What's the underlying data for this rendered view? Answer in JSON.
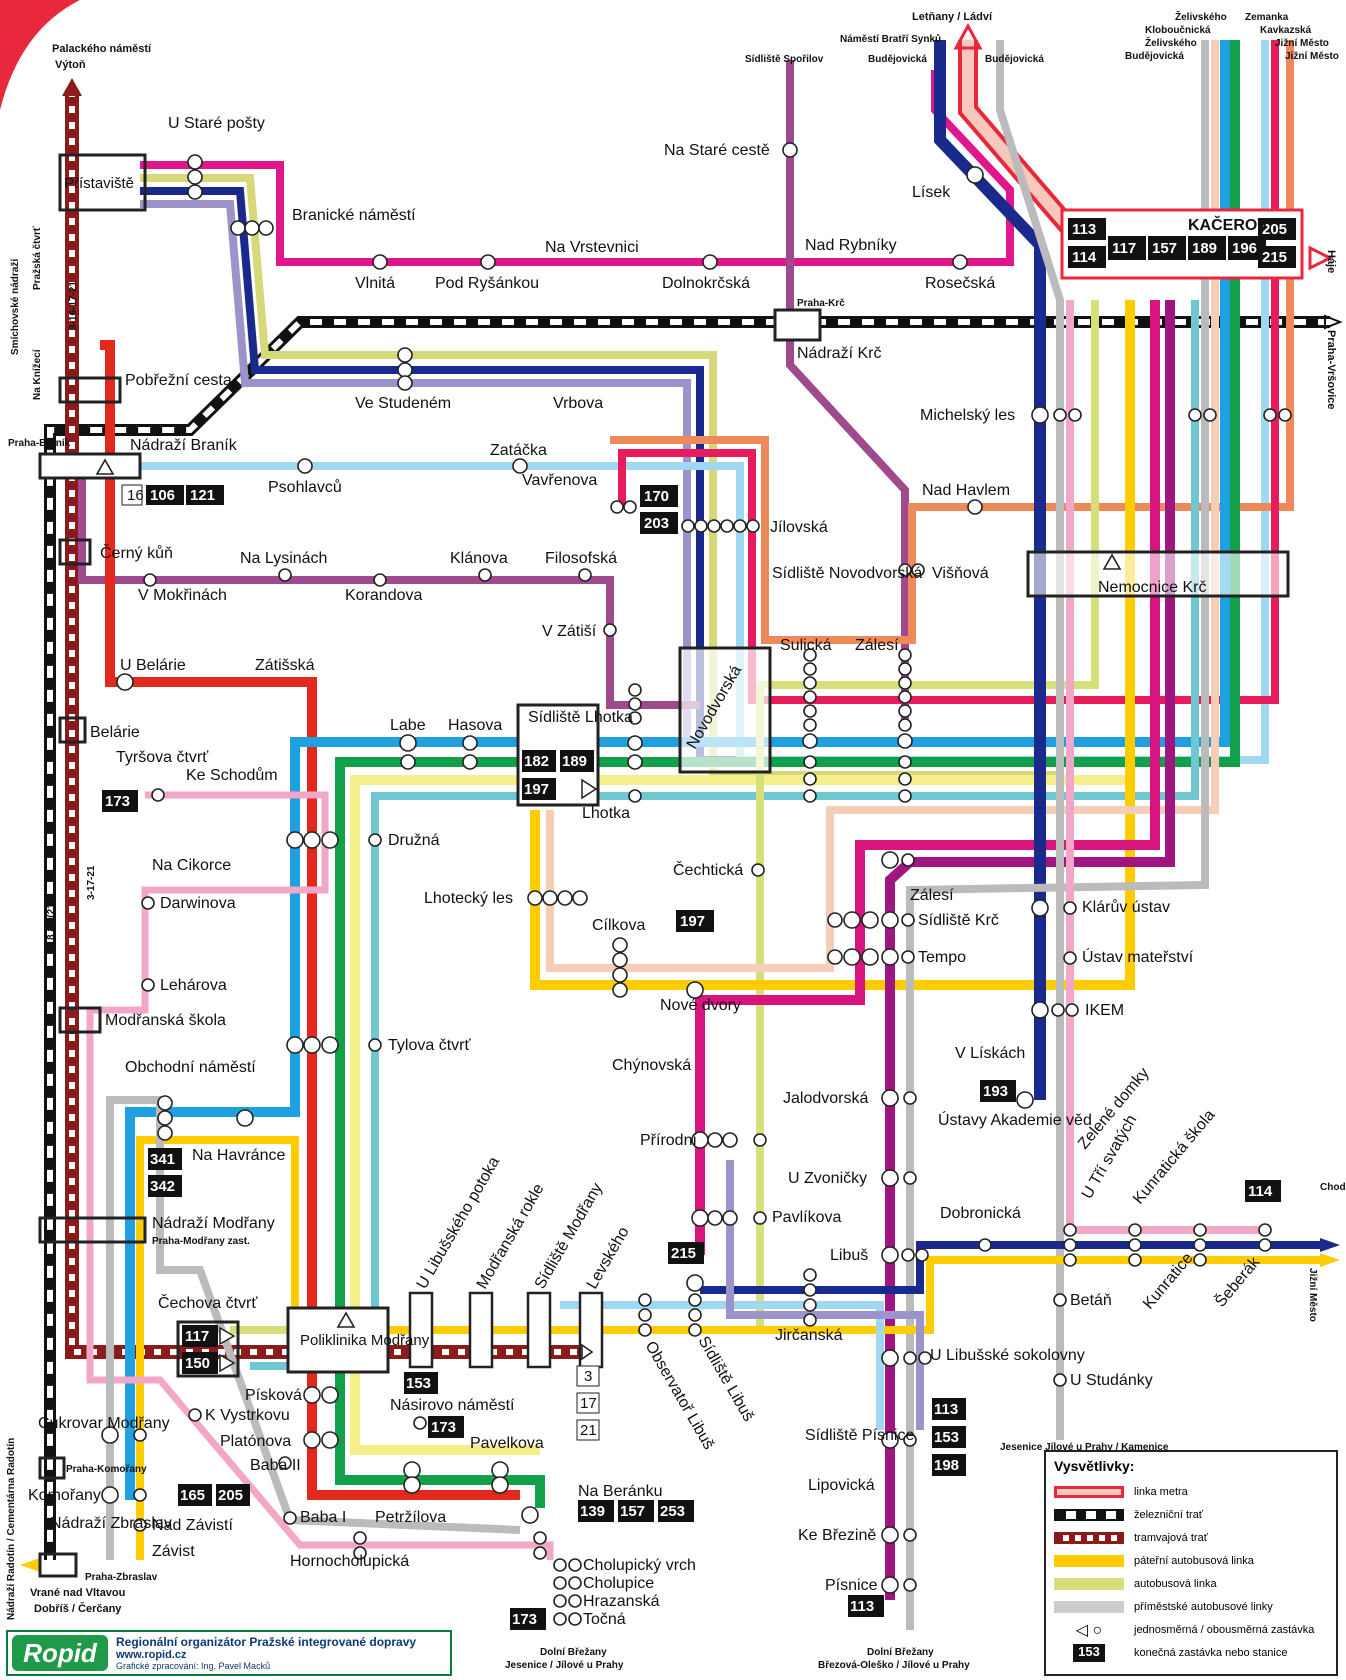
{
  "colors": {
    "metro_c": "#e8283c",
    "tram": "#8b1a1a",
    "rail": "#111111",
    "trunk_bus": "#ffcc00",
    "regional_bus": "#bbbbbb",
    "l106": "#9fd8f0",
    "l121": "#a04a8e",
    "l139": "#12a04a",
    "l150": "#6fc7d0",
    "l157": "#f5ef8a",
    "l170": "#e81c5c",
    "l173": "#f2a7c8",
    "l182": "#f7cdb8",
    "l189": "#ffcc00",
    "l192": "#e0168c",
    "l193": "#1a2a8c",
    "l196": "#d6d87a",
    "l197": "#1a2a8c",
    "l198": "#9b93c9",
    "l203": "#ee8a5a",
    "l205": "#1fa0e0",
    "l215": "#d8147e",
    "l253": "#e3281e",
    "l113": "#a0157f"
  },
  "header": {
    "top_left_dest": "Palackého náměstí",
    "top_left_dest2": "Výtoň",
    "metro_dest": "Letňany / Ládví",
    "top_bus_1": "Sídliště Spořilov",
    "top_bus_2a": "Náměstí Bratří Synků",
    "top_bus_2b": "Budějovická",
    "top_bus_3": "Budějovická",
    "tr_1": "Želivského",
    "tr_2": "Zemanka",
    "tr_3": "Kloboučnická",
    "tr_4": "Kavkazská",
    "tr_5": "Želivského",
    "tr_6": "Jižní Město",
    "tr_7": "Budějovická",
    "tr_8": "Jižní Město",
    "right_hajc": "Háje",
    "right_vrs": "Praha-Vršovice",
    "right_chodov": "Chodov",
    "right_jm": "Jižní Město"
  },
  "left_side": {
    "pr_ctvrt": "Pražská čtvrť",
    "smich": "Smíchovské nádraží",
    "na_knizeci": "Na Knížecí",
    "praha_branik": "Praha-Braník",
    "radotin": "Nádraží Radotín / Cementárna Radotín",
    "vrane": "Vrané nad Vltavou",
    "dobris": "Dobříš / Čerčany",
    "rail_label": "8  80 (210)",
    "tram_label": "3-16-17-21",
    "tram_label2": "3-17-21"
  },
  "stations": {
    "pristaviste": "Přístaviště",
    "u_stare_posty": "U Staré pošty",
    "branicke": "Branické náměstí",
    "vlnita": "Vlnitá",
    "pod_rysankou": "Pod Ryšánkou",
    "na_vrstevnici": "Na Vrstevnici",
    "dolnokrcska": "Dolnokrčská",
    "nad_rybniky": "Nad Rybníky",
    "rosecska": "Rosečská",
    "na_stare_ceste": "Na Staré cestě",
    "lisek": "Lísek",
    "kacerov": "KAČEROV",
    "pobrezni": "Pobřežní cesta",
    "ve_studenem": "Ve Studeném",
    "vrbova": "Vrbova",
    "praha_krc": "Praha-Krč",
    "nadrazi_krc": "Nádraží Krč",
    "nadrazi_branik": "Nádraží Braník",
    "psohlavcu": "Psohlavců",
    "zatacka": "Zatáčka",
    "vavrenova": "Vavřenova",
    "jilovska": "Jílovská",
    "michelsky_les": "Michelský les",
    "nad_havlem": "Nad Havlem",
    "cerny_kun": "Černý kůň",
    "na_lysinach": "Na Lysinách",
    "v_mokrinach": "V Mokřinách",
    "korandova": "Korandova",
    "klanova": "Klánova",
    "filosofska": "Filosofská",
    "sidl_novodvorska": "Sídliště Novodvorská",
    "visnova": "Višňová",
    "nemocnice_krc": "Nemocnice Krč",
    "v_zatisi": "V Zátiší",
    "u_belarie": "U Belárie",
    "zatisska": "Zátišská",
    "sulicka": "Sulická",
    "zalesi": "Zálesí",
    "novodvorska": "Novodvorská",
    "belarie": "Belárie",
    "labe": "Labe",
    "hasova": "Hasova",
    "sidl_lhotka": "Sídliště Lhotka",
    "lhotka": "Lhotka",
    "tyrsova": "Tyršova čtvrť",
    "ke_schodum": "Ke Schodům",
    "druzna": "Družná",
    "na_cikorce": "Na Cikorce",
    "darwinova": "Darwinova",
    "lhotecky_les": "Lhotecký les",
    "cechticka": "Čechtická",
    "zalesi2": "Zálesí",
    "sidl_krc": "Sídliště Krč",
    "tempo": "Tempo",
    "klaruv_ustav": "Klárův ústav",
    "ustav_materstvi": "Ústav mateřství",
    "cilkova": "Cílkova",
    "leharova": "Lehárova",
    "nove_dvory": "Nové dvory",
    "ikem": "IKEM",
    "modranska_skola": "Modřanská škola",
    "tylova": "Tylova čtvrť",
    "chynovska": "Chýnovská",
    "v_liskach": "V Lískách",
    "obchodni": "Obchodní náměstí",
    "na_havrance": "Na Havránce",
    "ustavy": "Ústavy Akademie věd",
    "jalodvorska": "Jalodvorská",
    "zelene_domky": "Zelené domky",
    "u_tri_svatych": "U Tří svatých",
    "kunraticka_skola": "Kunratická škola",
    "prirodni": "Přírodní",
    "u_zvonicky": "U Zvoničky",
    "nadrazi_modrany": "Nádraží Modřany",
    "praha_modrany_zast": "Praha-Modřany zast.",
    "pavlikova": "Pavlíkova",
    "dobronicka": "Dobronická",
    "kunratice": "Kunratice",
    "seberak": "Šeberák",
    "u_libusskeho_potoka": "U Libušského potoka",
    "modranska_rokle": "Modřanská rokle",
    "sidl_modrany": "Sídliště Modřany",
    "levskeho": "Levského",
    "cechova": "Čechova čtvrť",
    "poliklinika": "Poliklinika Modřany",
    "libus": "Libuš",
    "jircanska": "Jirčanská",
    "betan": "Betáň",
    "observator": "Observatoř Libuš",
    "sidl_libus": "Sídliště Libuš",
    "u_libusske_sokolovny": "U Libušské sokolovny",
    "u_studanky": "U Studánky",
    "jesenice_right": "Jesenice Jílové u Prahy / Kamenice",
    "piskova": "Písková",
    "nasirovo": "Násirovo náměstí",
    "k_vystrkovu": "K Vystrkovu",
    "cukrovar": "Cukrovar Modřany",
    "platonova": "Platónova",
    "pavelkova": "Pavelkova",
    "sidl_pisnice": "Sídliště Písnice",
    "praha_komorany": "Praha-Komořany",
    "baba_ii": "Baba II",
    "komorany": "Komořany",
    "nad_zavisti": "Nad Závistí",
    "na_beranku": "Na Beránku",
    "lipovicka": "Lipovická",
    "nadrazi_zbraslav": "Nádraží Zbraslav",
    "baba_i": "Baba I",
    "petrzilova": "Petržílova",
    "zavist": "Závist",
    "ke_brezine": "Ke Březině",
    "praha_zbraslav": "Praha-Zbraslav",
    "hornocholupicka": "Hornocholupická",
    "cholupicky_vrch": "Cholupický vrch",
    "cholupice": "Cholupice",
    "hrazanska": "Hrazanská",
    "tocna": "Točná",
    "pisnice": "Písnice",
    "dolni_brezany_1": "Dolní Břežany",
    "jesenice_1": "Jesenice / Jílové u Prahy",
    "dolni_brezany_2": "Dolní Břežany",
    "brezova": "Březová-Oleško / Jílové u Prahy"
  },
  "badges": {
    "b106": "106",
    "b121": "121",
    "b16": "16",
    "b170": "170",
    "b203": "203",
    "b113": "113",
    "b114": "114",
    "b117": "117",
    "b157": "157",
    "b189": "189",
    "b196": "196",
    "b205": "205",
    "b215": "215",
    "b173": "173",
    "b182": "182",
    "b189b": "189",
    "b197": "197",
    "b197c": "197",
    "b193": "193",
    "b341": "341",
    "b342": "342",
    "b114r": "114",
    "b215b": "215",
    "b117b": "117",
    "b150b": "150",
    "b153": "153",
    "b173b": "173",
    "b3": "3",
    "b17": "17",
    "b21": "21",
    "b113b": "113",
    "b153b": "153",
    "b198b": "198",
    "b165": "165",
    "b205b": "205",
    "b139": "139",
    "b157b": "157",
    "b253": "253",
    "b173c": "173",
    "b113c": "113"
  },
  "legend": {
    "title": "Vysvětlivky:",
    "metro": "linka metra",
    "rail": "železniční trať",
    "tram": "tramvajová trať",
    "trunk": "páteřní autobusová linka",
    "bus": "autobusová linka",
    "regional": "příměstské autobusové linky",
    "stop": "jednosměrná / obousměrná zastávka",
    "terminal_num": "153",
    "terminal": "konečná zastávka nebo stanice"
  },
  "footer": {
    "logo": "Ropid",
    "org": "Regionální organizátor Pražské integrované dopravy",
    "url": "www.ropid.cz",
    "credit": "Grafické zpracování: Ing. Pavel Macků"
  }
}
